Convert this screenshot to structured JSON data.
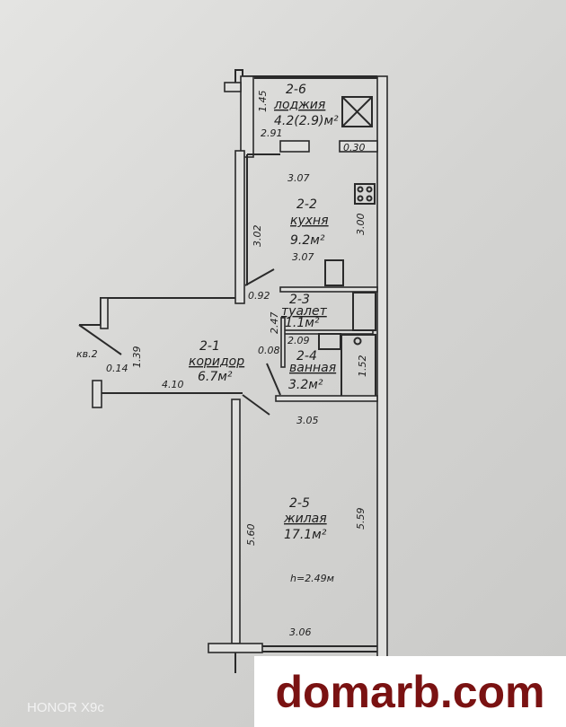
{
  "rooms": {
    "loggia": {
      "code": "2-6",
      "name": "лоджия",
      "area": "4.2(2.9)м²"
    },
    "kitchen": {
      "code": "2-2",
      "name": "кухня",
      "area": "9.2м²"
    },
    "toilet": {
      "code": "2-3",
      "name": "туалет",
      "area": "1.1м²"
    },
    "bathroom": {
      "code": "2-4",
      "name": "ванная",
      "area": "3.2м²"
    },
    "corridor": {
      "code": "2-1",
      "name": "коридор",
      "area": "6.7м²"
    },
    "living": {
      "code": "2-5",
      "name": "жилая",
      "area": "17.1м²",
      "height": "h=2.49м"
    }
  },
  "dimensions": {
    "loggia_h": "1.45",
    "loggia_w": "2.91",
    "loggia_door": "0.30",
    "kitchen_top": "3.07",
    "kitchen_left": "3.02",
    "kitchen_right": "3.00",
    "kitchen_bottom": "3.07",
    "kitchen_door": "0.92",
    "toilet_h": "2.47",
    "bath_w": "2.09",
    "bath_h": "1.52",
    "wall": "0.08",
    "corridor_h": "1.39",
    "corridor_w": "4.10",
    "corridor_small": "0.14",
    "living_top": "3.05",
    "living_left": "5.60",
    "living_right": "5.59",
    "living_bottom": "3.06"
  },
  "apartment_label": "кв.2",
  "watermark": "domarb.com",
  "camera_label": "HONOR X9c"
}
